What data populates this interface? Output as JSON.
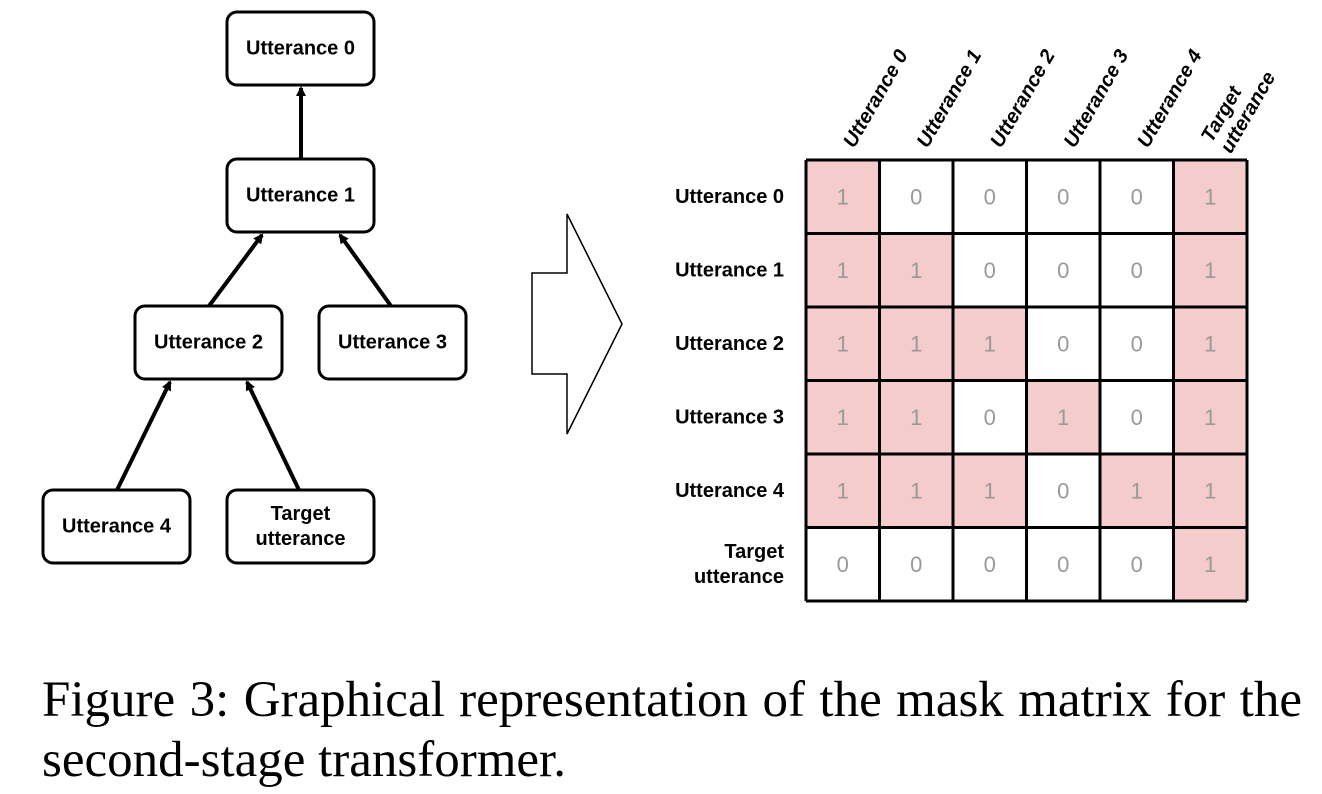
{
  "tree": {
    "nodes": [
      {
        "id": "u0",
        "lines": [
          "Utterance 0"
        ]
      },
      {
        "id": "u1",
        "lines": [
          "Utterance 1"
        ]
      },
      {
        "id": "u2",
        "lines": [
          "Utterance 2"
        ]
      },
      {
        "id": "u3",
        "lines": [
          "Utterance 3"
        ]
      },
      {
        "id": "u4",
        "lines": [
          "Utterance 4"
        ]
      },
      {
        "id": "target",
        "lines": [
          "Target",
          "utterance"
        ]
      }
    ],
    "edges": [
      {
        "from": "u1",
        "to": "u0"
      },
      {
        "from": "u2",
        "to": "u1"
      },
      {
        "from": "u3",
        "to": "u1"
      },
      {
        "from": "u4",
        "to": "u2"
      },
      {
        "from": "target",
        "to": "u2"
      }
    ]
  },
  "matrix": {
    "column_labels": [
      [
        "Utterance 0"
      ],
      [
        "Utterance 1"
      ],
      [
        "Utterance 2"
      ],
      [
        "Utterance 3"
      ],
      [
        "Utterance 4"
      ],
      [
        "Target",
        "utterance"
      ]
    ],
    "row_labels": [
      [
        "Utterance 0"
      ],
      [
        "Utterance 1"
      ],
      [
        "Utterance 2"
      ],
      [
        "Utterance 3"
      ],
      [
        "Utterance 4"
      ],
      [
        "Target",
        "utterance"
      ]
    ],
    "values": [
      [
        1,
        0,
        0,
        0,
        0,
        1
      ],
      [
        1,
        1,
        0,
        0,
        0,
        1
      ],
      [
        1,
        1,
        1,
        0,
        0,
        1
      ],
      [
        1,
        1,
        0,
        1,
        0,
        1
      ],
      [
        1,
        1,
        1,
        0,
        1,
        1
      ],
      [
        0,
        0,
        0,
        0,
        0,
        1
      ]
    ],
    "colors": {
      "one_fill": "#f4cccc",
      "zero_fill": "#ffffff",
      "value_text": "#999999"
    }
  },
  "caption": "Figure 3: Graphical representation of the mask matrix for the second-stage transformer."
}
